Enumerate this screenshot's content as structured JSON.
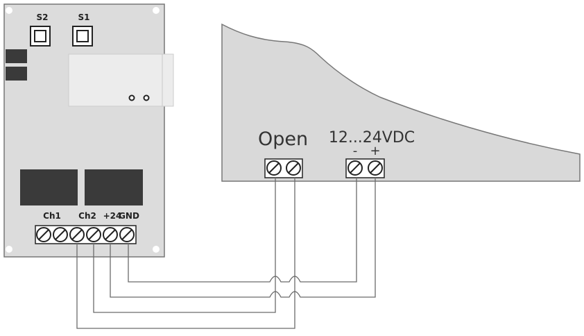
{
  "board": {
    "buttons": [
      {
        "label": "S2"
      },
      {
        "label": "S1"
      }
    ],
    "terminal_labels": {
      "ch1": "Ch1",
      "ch2": "Ch2",
      "plus24": "+24",
      "gnd": "GND"
    }
  },
  "device": {
    "open_label": "Open",
    "voltage_label": "12...24VDC",
    "minus_label": "-",
    "plus_label": "+"
  },
  "colors": {
    "board_fill": "#dcdcdc",
    "device_fill": "#d9d9d9",
    "relay_fill": "#3a3a3a",
    "wire": "#6a6a6a"
  }
}
